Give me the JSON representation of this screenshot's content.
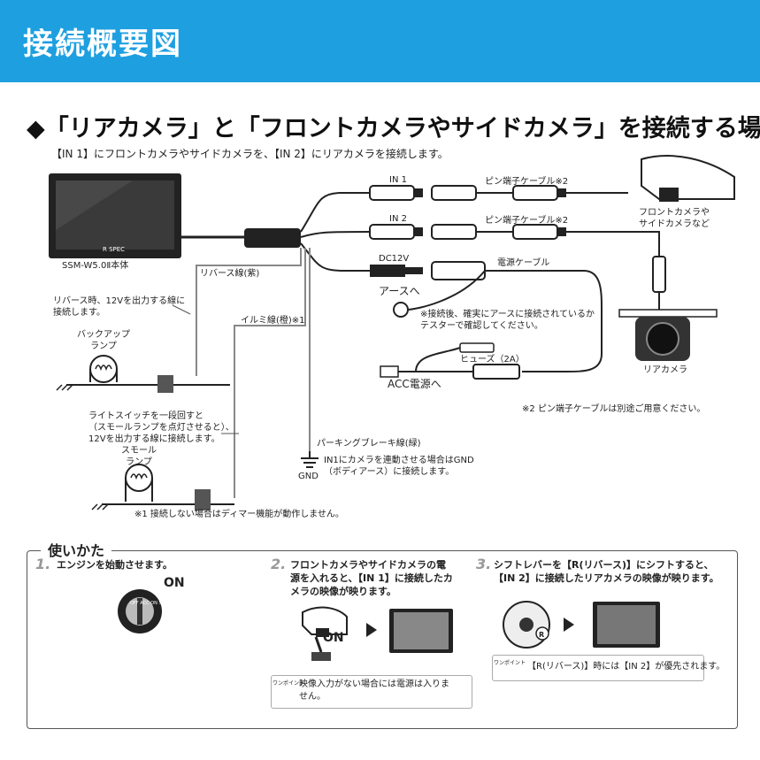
{
  "header": {
    "title": "接続概要図"
  },
  "heading": "◆「リアカメラ」と「フロントカメラやサイドカメラ」を接続する場合",
  "subtitle": "【IN 1】にフロントカメラやサイドカメラを、【IN 2】にリアカメラを接続します。",
  "labels": {
    "monitor": "SSM-W5.0Ⅱ本体",
    "monitor_brand": "R SPEC",
    "in1": "IN 1",
    "in2": "IN 2",
    "dc12v": "DC12V",
    "pin_cable1": "ピン端子ケーブル※2",
    "pin_cable2": "ピン端子ケーブル※2",
    "power_cable": "電源ケーブル",
    "front_camera": "フロントカメラや\nサイドカメラなど",
    "rear_camera": "リアカメラ",
    "ground": "アースへ",
    "ground_note": "※接続後、確実にアースに接続されているか\nテスターで確認してください。",
    "fuse": "ヒューズ（2A）",
    "acc": "ACC電源へ",
    "note2": "※2 ピン端子ケーブルは別途ご用意ください。",
    "reverse_wire": "リバース線(紫)",
    "reverse_note": "リバース時、12Vを出力する線に\n接続します。",
    "backup_lamp": "バックアップ\nランプ",
    "illumi_wire": "イルミ線(橙)※1",
    "light_note": "ライトスイッチを一段回すと\n（スモールランプを点灯させると）、\n12Vを出力する線に接続します。",
    "small_lamp": "スモール\nランプ",
    "parking_wire": "パーキングブレーキ線(緑)",
    "parking_note": "IN1にカメラを連動させる場合はGND\n（ボディアース）に接続します。",
    "gnd": "GND",
    "note1": "※1 接続しない場合はディマー機能が動作しません。"
  },
  "usage": {
    "title": "使いかた",
    "steps": [
      {
        "num": "1.",
        "text": "エンジンを始動させます。"
      },
      {
        "num": "2.",
        "text": "フロントカメラやサイドカメラの電\n源を入れると、【IN 1】に接続したカ\nメラの映像が映ります。"
      },
      {
        "num": "3.",
        "text": "シフトレバーを【R(リバース)】にシフトすると、\n【IN 2】に接続したリアカメラの映像が映ります。"
      }
    ],
    "key_on": "ON",
    "key_ring": "OFF ACC ON START",
    "switch_on": "ON",
    "shift_r": "R",
    "tip_label": "ワンポイント",
    "tip1": "映像入力がない場合には電源は入りま\nせん。",
    "tip2": "【R(リバース)】時には【IN 2】が優先されます。"
  },
  "colors": {
    "header": "#1e9fe0",
    "header_text": "#ffffff"
  }
}
